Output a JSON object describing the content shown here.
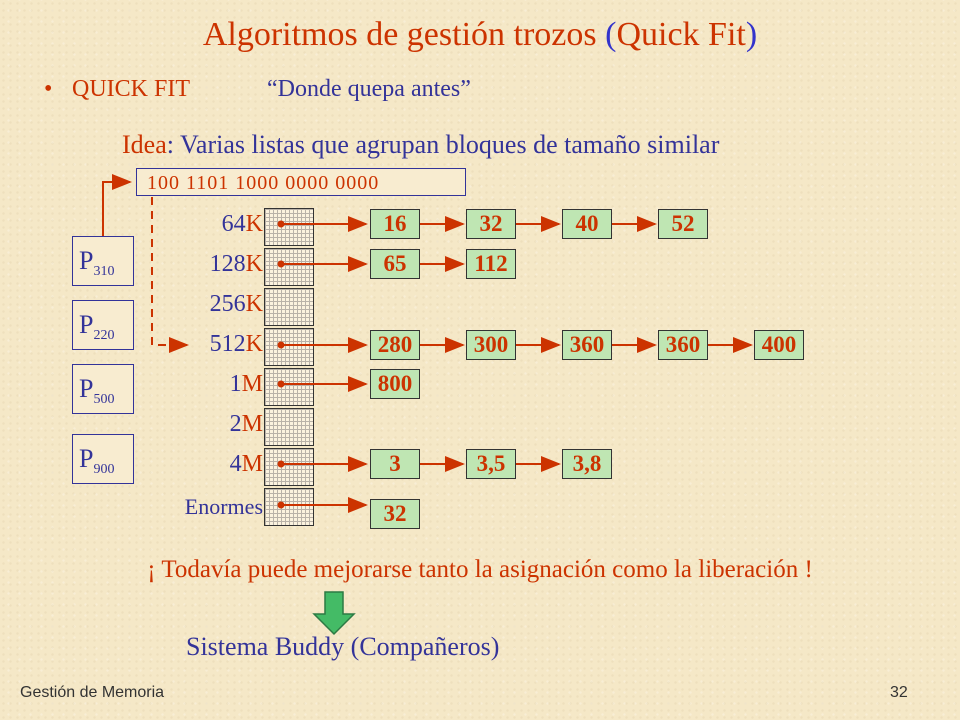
{
  "title": {
    "main": "Algoritmos de gestión trozos ",
    "paren_open": "(",
    "paren_text": "Quick Fit",
    "paren_close": ")"
  },
  "bullet": {
    "symbol": "•",
    "label": "QUICK FIT",
    "quote": "“Donde quepa antes”"
  },
  "idea": {
    "label": "Idea",
    "text": ": Varias listas que agrupan bloques de tamaño similar"
  },
  "bitmap": "100  1101  1000  0000  0000",
  "sizes": [
    {
      "num": "64",
      "unit": "K"
    },
    {
      "num": "128",
      "unit": "K"
    },
    {
      "num": "256",
      "unit": "K"
    },
    {
      "num": "512",
      "unit": "K"
    },
    {
      "num": "1",
      "unit": "M"
    },
    {
      "num": "2",
      "unit": "M"
    },
    {
      "num": "4",
      "unit": "M"
    },
    {
      "num": "Enormes",
      "unit": ""
    }
  ],
  "processes": [
    {
      "name": "P",
      "sub": "310"
    },
    {
      "name": "P",
      "sub": "220"
    },
    {
      "name": "P",
      "sub": "500"
    },
    {
      "name": "P",
      "sub": "900"
    }
  ],
  "lists": {
    "row0": [
      "16",
      "32",
      "40",
      "52"
    ],
    "row1": [
      "65",
      "112"
    ],
    "row3": [
      "280",
      "300",
      "360",
      "360",
      "400"
    ],
    "row4": [
      "800"
    ],
    "row6": [
      "3",
      "3,5",
      "3,8"
    ],
    "row7": [
      "32"
    ]
  },
  "warning": "¡ Todavía puede mejorarse tanto la asignación como la liberación !",
  "buddy": "Sistema Buddy (Compañeros)",
  "footer": {
    "left": "Gestión de Memoria",
    "right": "32"
  },
  "colors": {
    "accent_red": "#cc3300",
    "text_blue": "#333399",
    "node_green": "#bfe6b3",
    "arrow_green": "#44bb66"
  }
}
